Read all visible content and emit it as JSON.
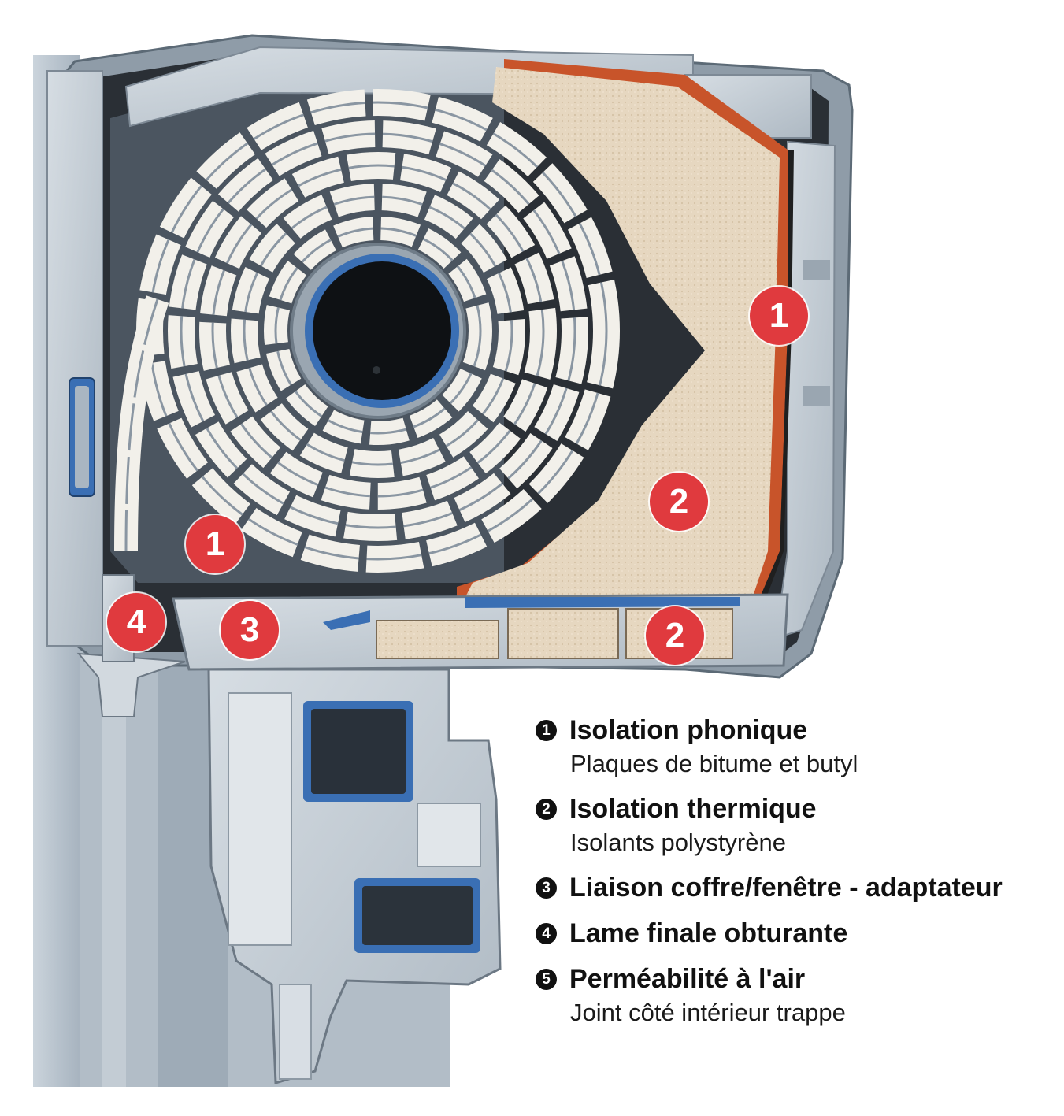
{
  "markers": [
    {
      "id": "m1-top",
      "label": "1"
    },
    {
      "id": "m2-foam",
      "label": "2"
    },
    {
      "id": "m1-left",
      "label": "1"
    },
    {
      "id": "m4",
      "label": "4"
    },
    {
      "id": "m3",
      "label": "3"
    },
    {
      "id": "m2-bottom",
      "label": "2"
    }
  ],
  "legend": [
    {
      "num": "1",
      "title": "Isolation phonique",
      "subtitle": "Plaques de bitume et butyl"
    },
    {
      "num": "2",
      "title": "Isolation thermique",
      "subtitle": "Isolants polystyrène"
    },
    {
      "num": "3",
      "title": "Liaison coffre/fenêtre - adaptateur",
      "subtitle": ""
    },
    {
      "num": "4",
      "title": "Lame finale obturante",
      "subtitle": ""
    },
    {
      "num": "5",
      "title": "Perméabilité à l'air",
      "subtitle": "Joint côté intérieur trappe"
    }
  ],
  "colors": {
    "marker": "#e03a3e",
    "pvc": "#c9d3da",
    "foam": "#e6d7c0",
    "seal": "#3a6fb4",
    "bitumen": "#c8542a"
  }
}
